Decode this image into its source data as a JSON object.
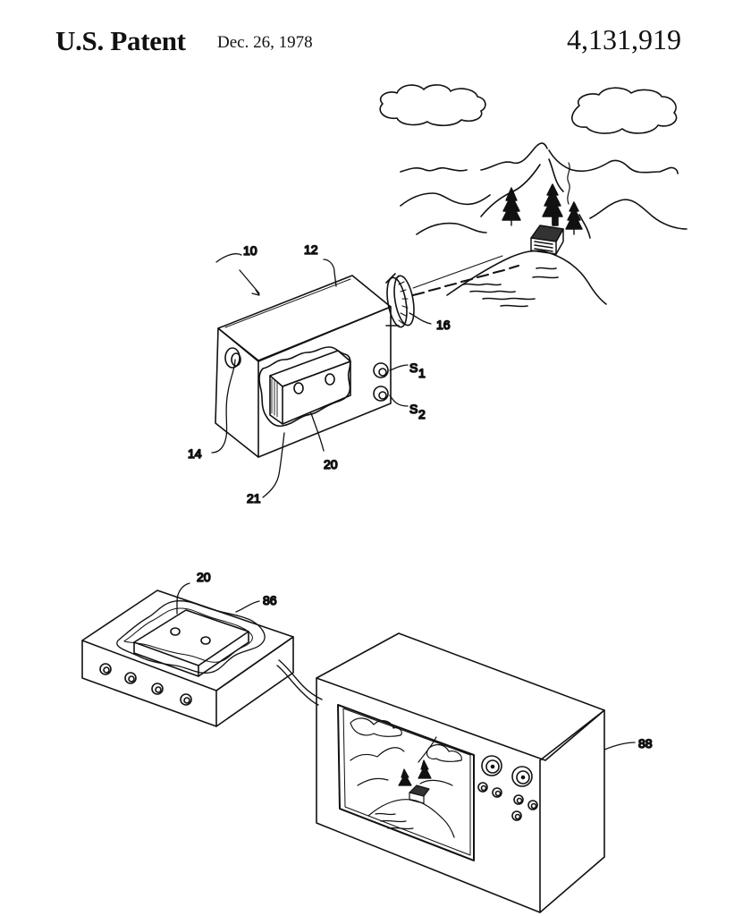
{
  "header": {
    "patent_label": "U.S. Patent",
    "date": "Dec. 26, 1978",
    "number": "4,131,919"
  },
  "refs": {
    "r10": "10",
    "r12": "12",
    "r16": "16",
    "r14": "14",
    "r20a": "20",
    "r21": "21",
    "s1_main": "S",
    "s1_sub": "1",
    "s2_main": "S",
    "s2_sub": "2",
    "r20b": "20",
    "r86": "86",
    "r88": "88"
  }
}
